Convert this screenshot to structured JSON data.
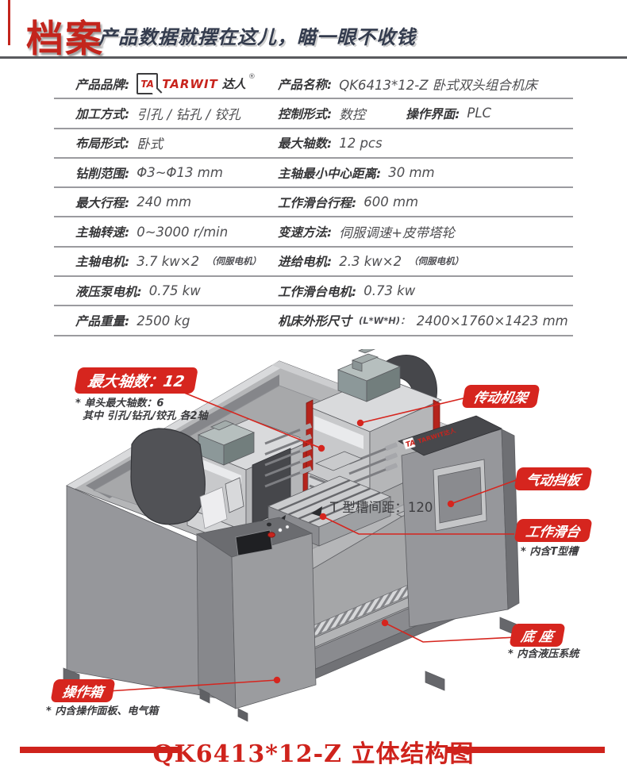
{
  "colors": {
    "accent": "#d6251e",
    "header_rule": "#595a5e",
    "table_line": "#9b9b9f"
  },
  "header": {
    "badge": "档案",
    "tagline": "产品数据就摆在这儿，瞄一眼不收钱"
  },
  "brand": {
    "monogram": "TA",
    "name": "TARWIT",
    "cn": "达人",
    "reg": "®"
  },
  "table": {
    "rows": [
      {
        "l_label": "产品品牌:",
        "r_label": "产品名称:",
        "r_value": "QK6413*12-Z 卧式双头组合机床"
      },
      {
        "l_label": "加工方式:",
        "l_value": "引孔 / 钻孔 / 铰孔",
        "r_label": "控制形式:",
        "r_value": "数控",
        "r2_label": "操作界面:",
        "r2_value": "PLC"
      },
      {
        "l_label": "布局形式:",
        "l_value": "卧式",
        "r_label": "最大轴数:",
        "r_value": "12 pcs"
      },
      {
        "l_label": "钻削范围:",
        "l_value": "Φ3~Φ13 mm",
        "r_label": "主轴最小中心距离:",
        "r_value": "30 mm"
      },
      {
        "l_label": "最大行程:",
        "l_value": "240 mm",
        "r_label": "工作滑台行程:",
        "r_value": "600 mm"
      },
      {
        "l_label": "主轴转速:",
        "l_value": "0~3000 r/min",
        "r_label": "变速方法:",
        "r_value": "伺服调速+皮带塔轮"
      },
      {
        "l_label": "主轴电机:",
        "l_value": "3.7 kw×2",
        "l_note": "（伺服电机）",
        "r_label": "进给电机:",
        "r_value": "2.3 kw×2",
        "r_note": "（伺服电机）"
      },
      {
        "l_label": "液压泵电机:",
        "l_value": "0.75 kw",
        "r_label": "工作滑台电机:",
        "r_value": "0.73 kw"
      },
      {
        "l_label": "产品重量:",
        "l_value": "2500 kg",
        "r_label": "机床外形尺寸",
        "r_label_sub": "(L*W*H)：",
        "r_value": "2400×1760×1423 mm"
      }
    ]
  },
  "diagram": {
    "callouts": {
      "max_axes": {
        "label": "最大轴数：12",
        "note1": "* 单头最大轴数：6",
        "note2": "其中 引孔/钻孔/铰孔 各2轴"
      },
      "transmission": {
        "label": "传动机架"
      },
      "baffle": {
        "label": "气动挡板"
      },
      "slide": {
        "label": "工作滑台",
        "note": "* 内含T型槽"
      },
      "base": {
        "label": "底  座",
        "note": "* 内含液压系统"
      },
      "console": {
        "label": "操作箱",
        "note": "* 内含操作面板、电气箱"
      }
    },
    "tslot_note": "T 型槽间距：120",
    "machine_logo_mark": "TA",
    "machine_logo": "TARWIT达人"
  },
  "footer": {
    "caption": "QK6413*12-Z 立体结构图"
  }
}
